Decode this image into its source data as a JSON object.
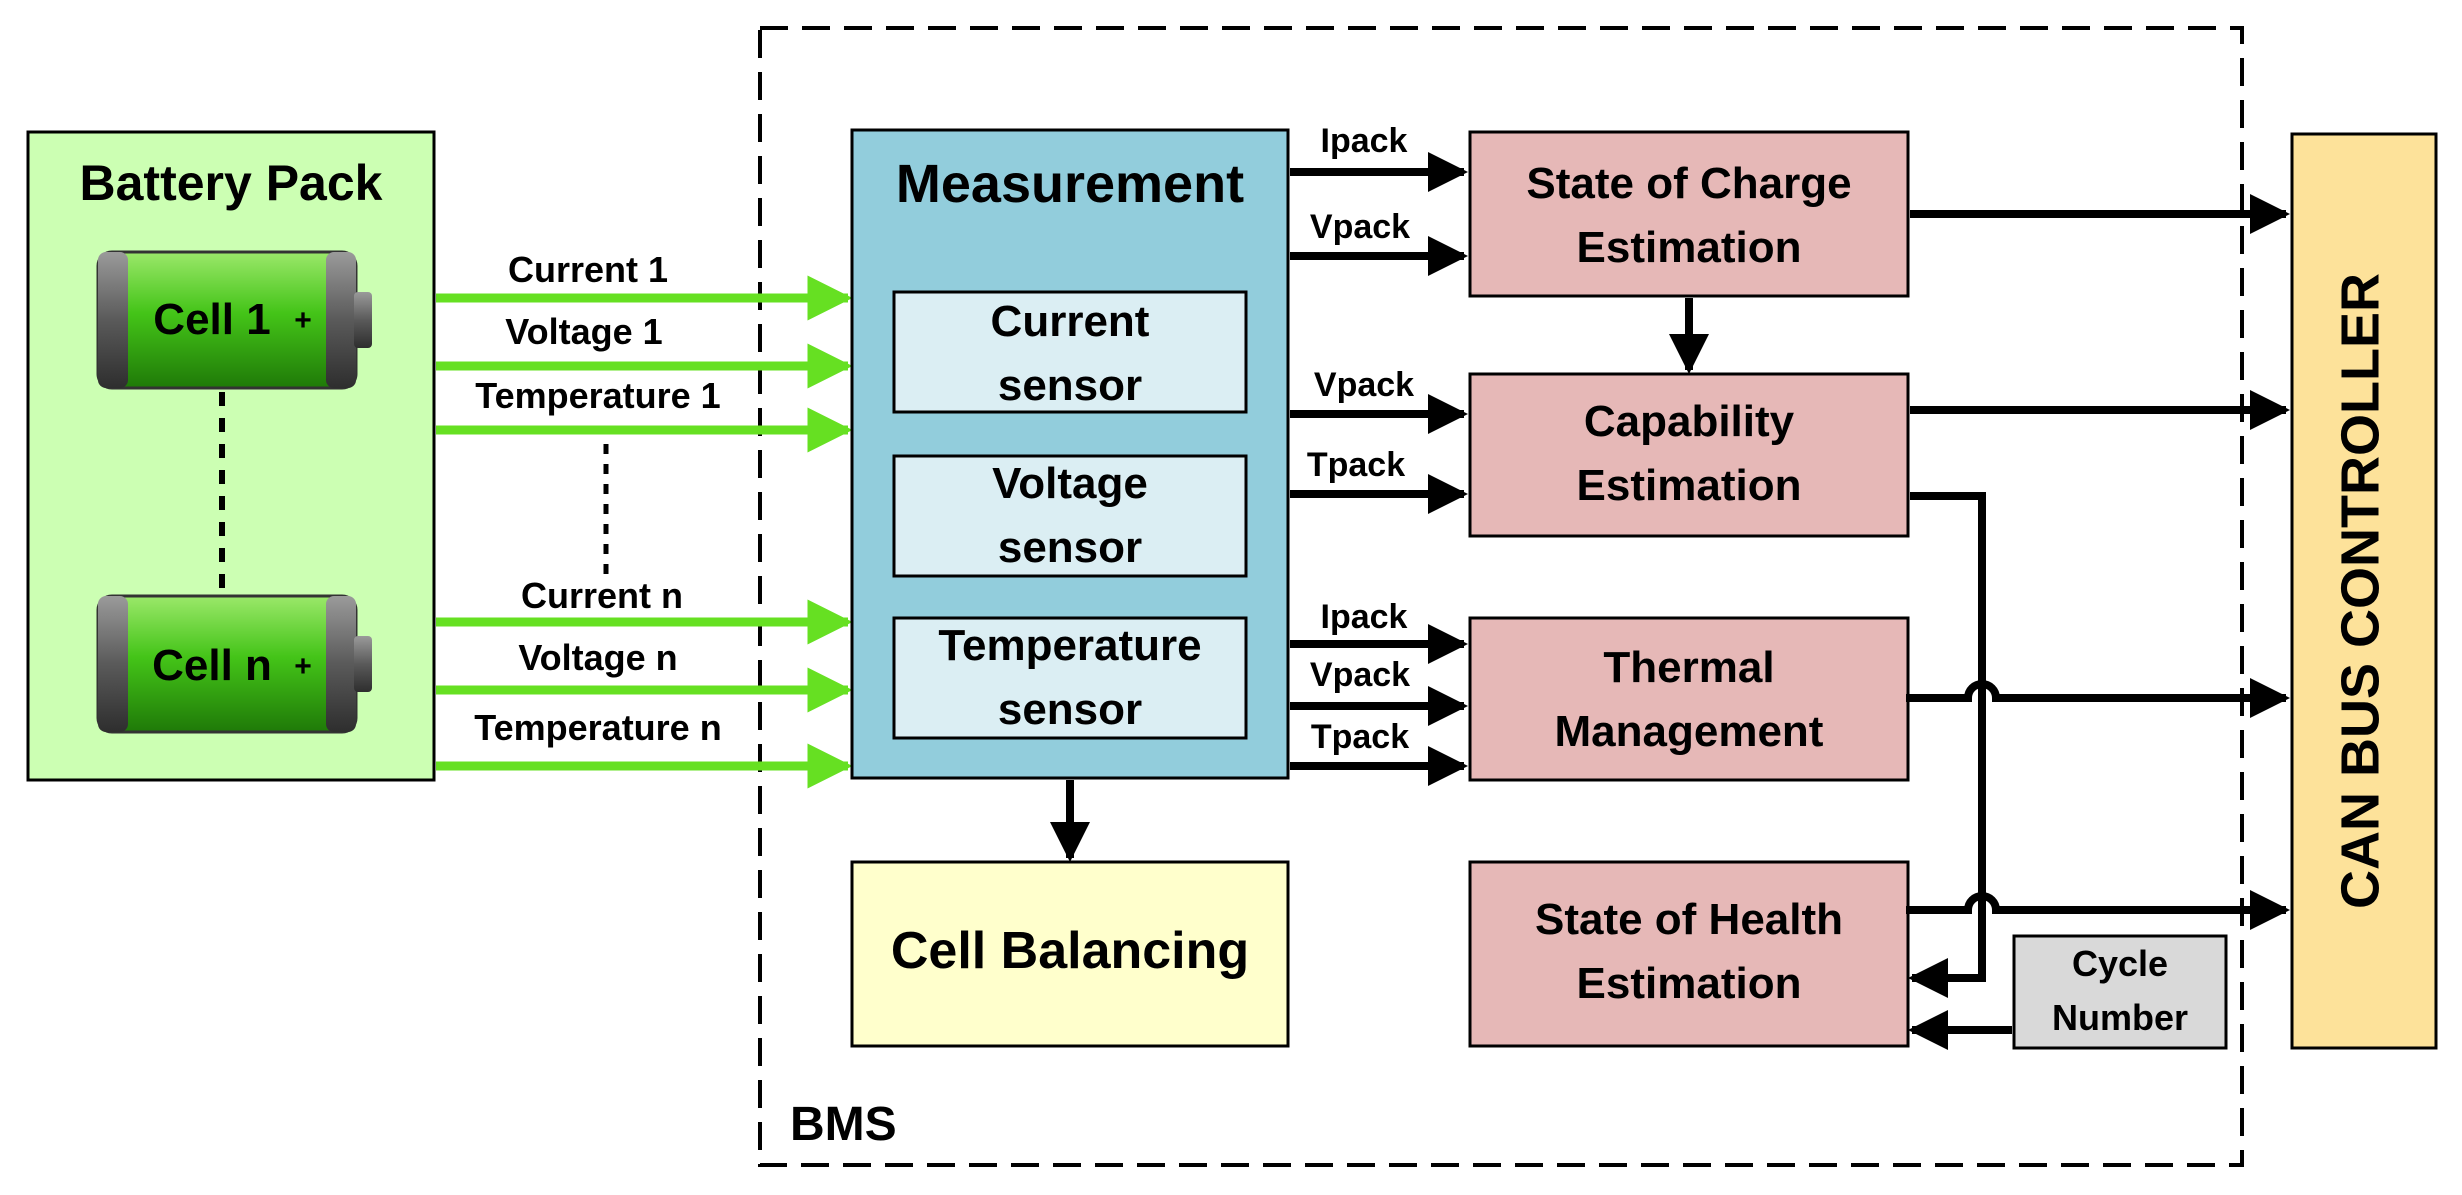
{
  "colors": {
    "battery_pack_fill": "#ccffb3",
    "cell_green": "#44c418",
    "measurement_fill": "#92cddc",
    "sensor_fill": "#dbeef3",
    "estimation_fill": "#e6b8b7",
    "cell_balancing_fill": "#ffffcc",
    "can_bus_fill": "#fde29a",
    "cycle_number_fill": "#d9d9d9",
    "signal_arrow": "#66e022",
    "arrow": "#000000"
  },
  "battery_pack": {
    "title": "Battery Pack",
    "cells": [
      "Cell 1",
      "Cell n"
    ],
    "plus_sign": "+"
  },
  "signals": {
    "current_1": "Current 1",
    "voltage_1": "Voltage 1",
    "temperature_1": "Temperature 1",
    "current_n": "Current n",
    "voltage_n": "Voltage n",
    "temperature_n": "Temperature n"
  },
  "bms": {
    "label": "BMS",
    "measurement": {
      "title": "Measurement",
      "sensors": [
        [
          "Current",
          "sensor"
        ],
        [
          "Voltage",
          "sensor"
        ],
        [
          "Temperature",
          "sensor"
        ]
      ]
    },
    "cell_balancing": "Cell Balancing",
    "soc": [
      "State of Charge",
      "Estimation"
    ],
    "capability": [
      "Capability",
      "Estimation"
    ],
    "thermal": [
      "Thermal",
      "Management"
    ],
    "soh": [
      "State of Health",
      "Estimation"
    ],
    "cycle_number": [
      "Cycle",
      "Number"
    ],
    "pack_labels": {
      "soc_ipack": "Ipack",
      "soc_vpack": "Vpack",
      "cap_vpack": "Vpack",
      "cap_tpack": "Tpack",
      "th_ipack": "Ipack",
      "th_vpack": "Vpack",
      "th_tpack": "Tpack"
    }
  },
  "can_bus": "CAN BUS CONTROLLER"
}
